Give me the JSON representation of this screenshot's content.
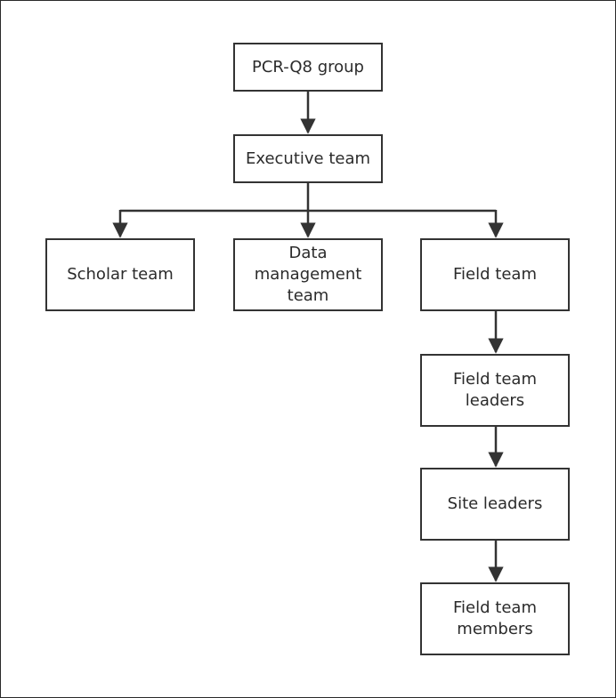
{
  "diagram": {
    "nodes": {
      "pcr_group": "PCR-Q8 group",
      "executive_team": "Executive team",
      "scholar_team": "Scholar team",
      "data_management_team": "Data management team",
      "field_team": "Field team",
      "field_team_leaders": "Field team leaders",
      "site_leaders": "Site leaders",
      "field_team_members": "Field team members"
    },
    "edges": [
      [
        "pcr_group",
        "executive_team"
      ],
      [
        "executive_team",
        "scholar_team"
      ],
      [
        "executive_team",
        "data_management_team"
      ],
      [
        "executive_team",
        "field_team"
      ],
      [
        "field_team",
        "field_team_leaders"
      ],
      [
        "field_team_leaders",
        "site_leaders"
      ],
      [
        "site_leaders",
        "field_team_members"
      ]
    ],
    "colors": {
      "line": "#333333",
      "box_border": "#333333",
      "text": "#2b2b2b",
      "background": "#ffffff"
    }
  }
}
